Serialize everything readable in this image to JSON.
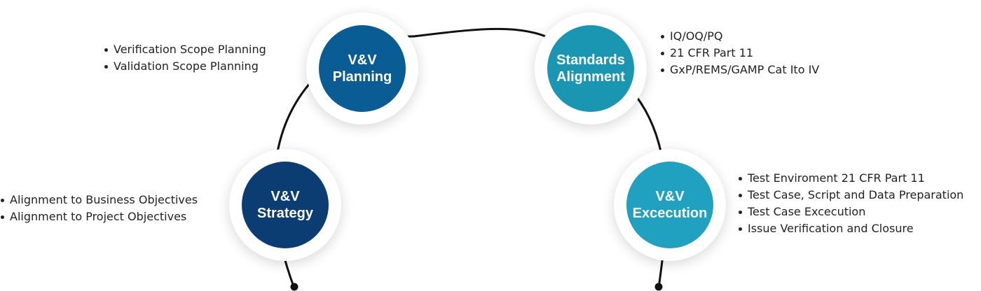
{
  "colors": {
    "line": "#111111",
    "planning": "#0a5c94",
    "standards": "#1a96b3",
    "strategy": "#0b3c72",
    "execution": "#1fa1bf"
  },
  "nodes": {
    "planning": {
      "line1": "V&V",
      "line2": "Planning"
    },
    "standards": {
      "line1": "Standards",
      "line2": "Alignment"
    },
    "strategy": {
      "line1": "V&V",
      "line2": "Strategy"
    },
    "execution": {
      "line1": "V&V",
      "line2": "Excecution"
    }
  },
  "lists": {
    "planning": [
      "Verification Scope Planning",
      "Validation Scope Planning"
    ],
    "standards": [
      "IQ/OQ/PQ",
      "21 CFR Part 11",
      "GxP/REMS/GAMP Cat Ito IV"
    ],
    "strategy": [
      "Alignment to Business Objectives",
      "Alignment to Project Objectives"
    ],
    "execution": [
      "Test Enviroment 21 CFR Part 11",
      "Test Case, Script and Data Preparation",
      "Test Case Excecution",
      "Issue Verification and Closure"
    ]
  }
}
